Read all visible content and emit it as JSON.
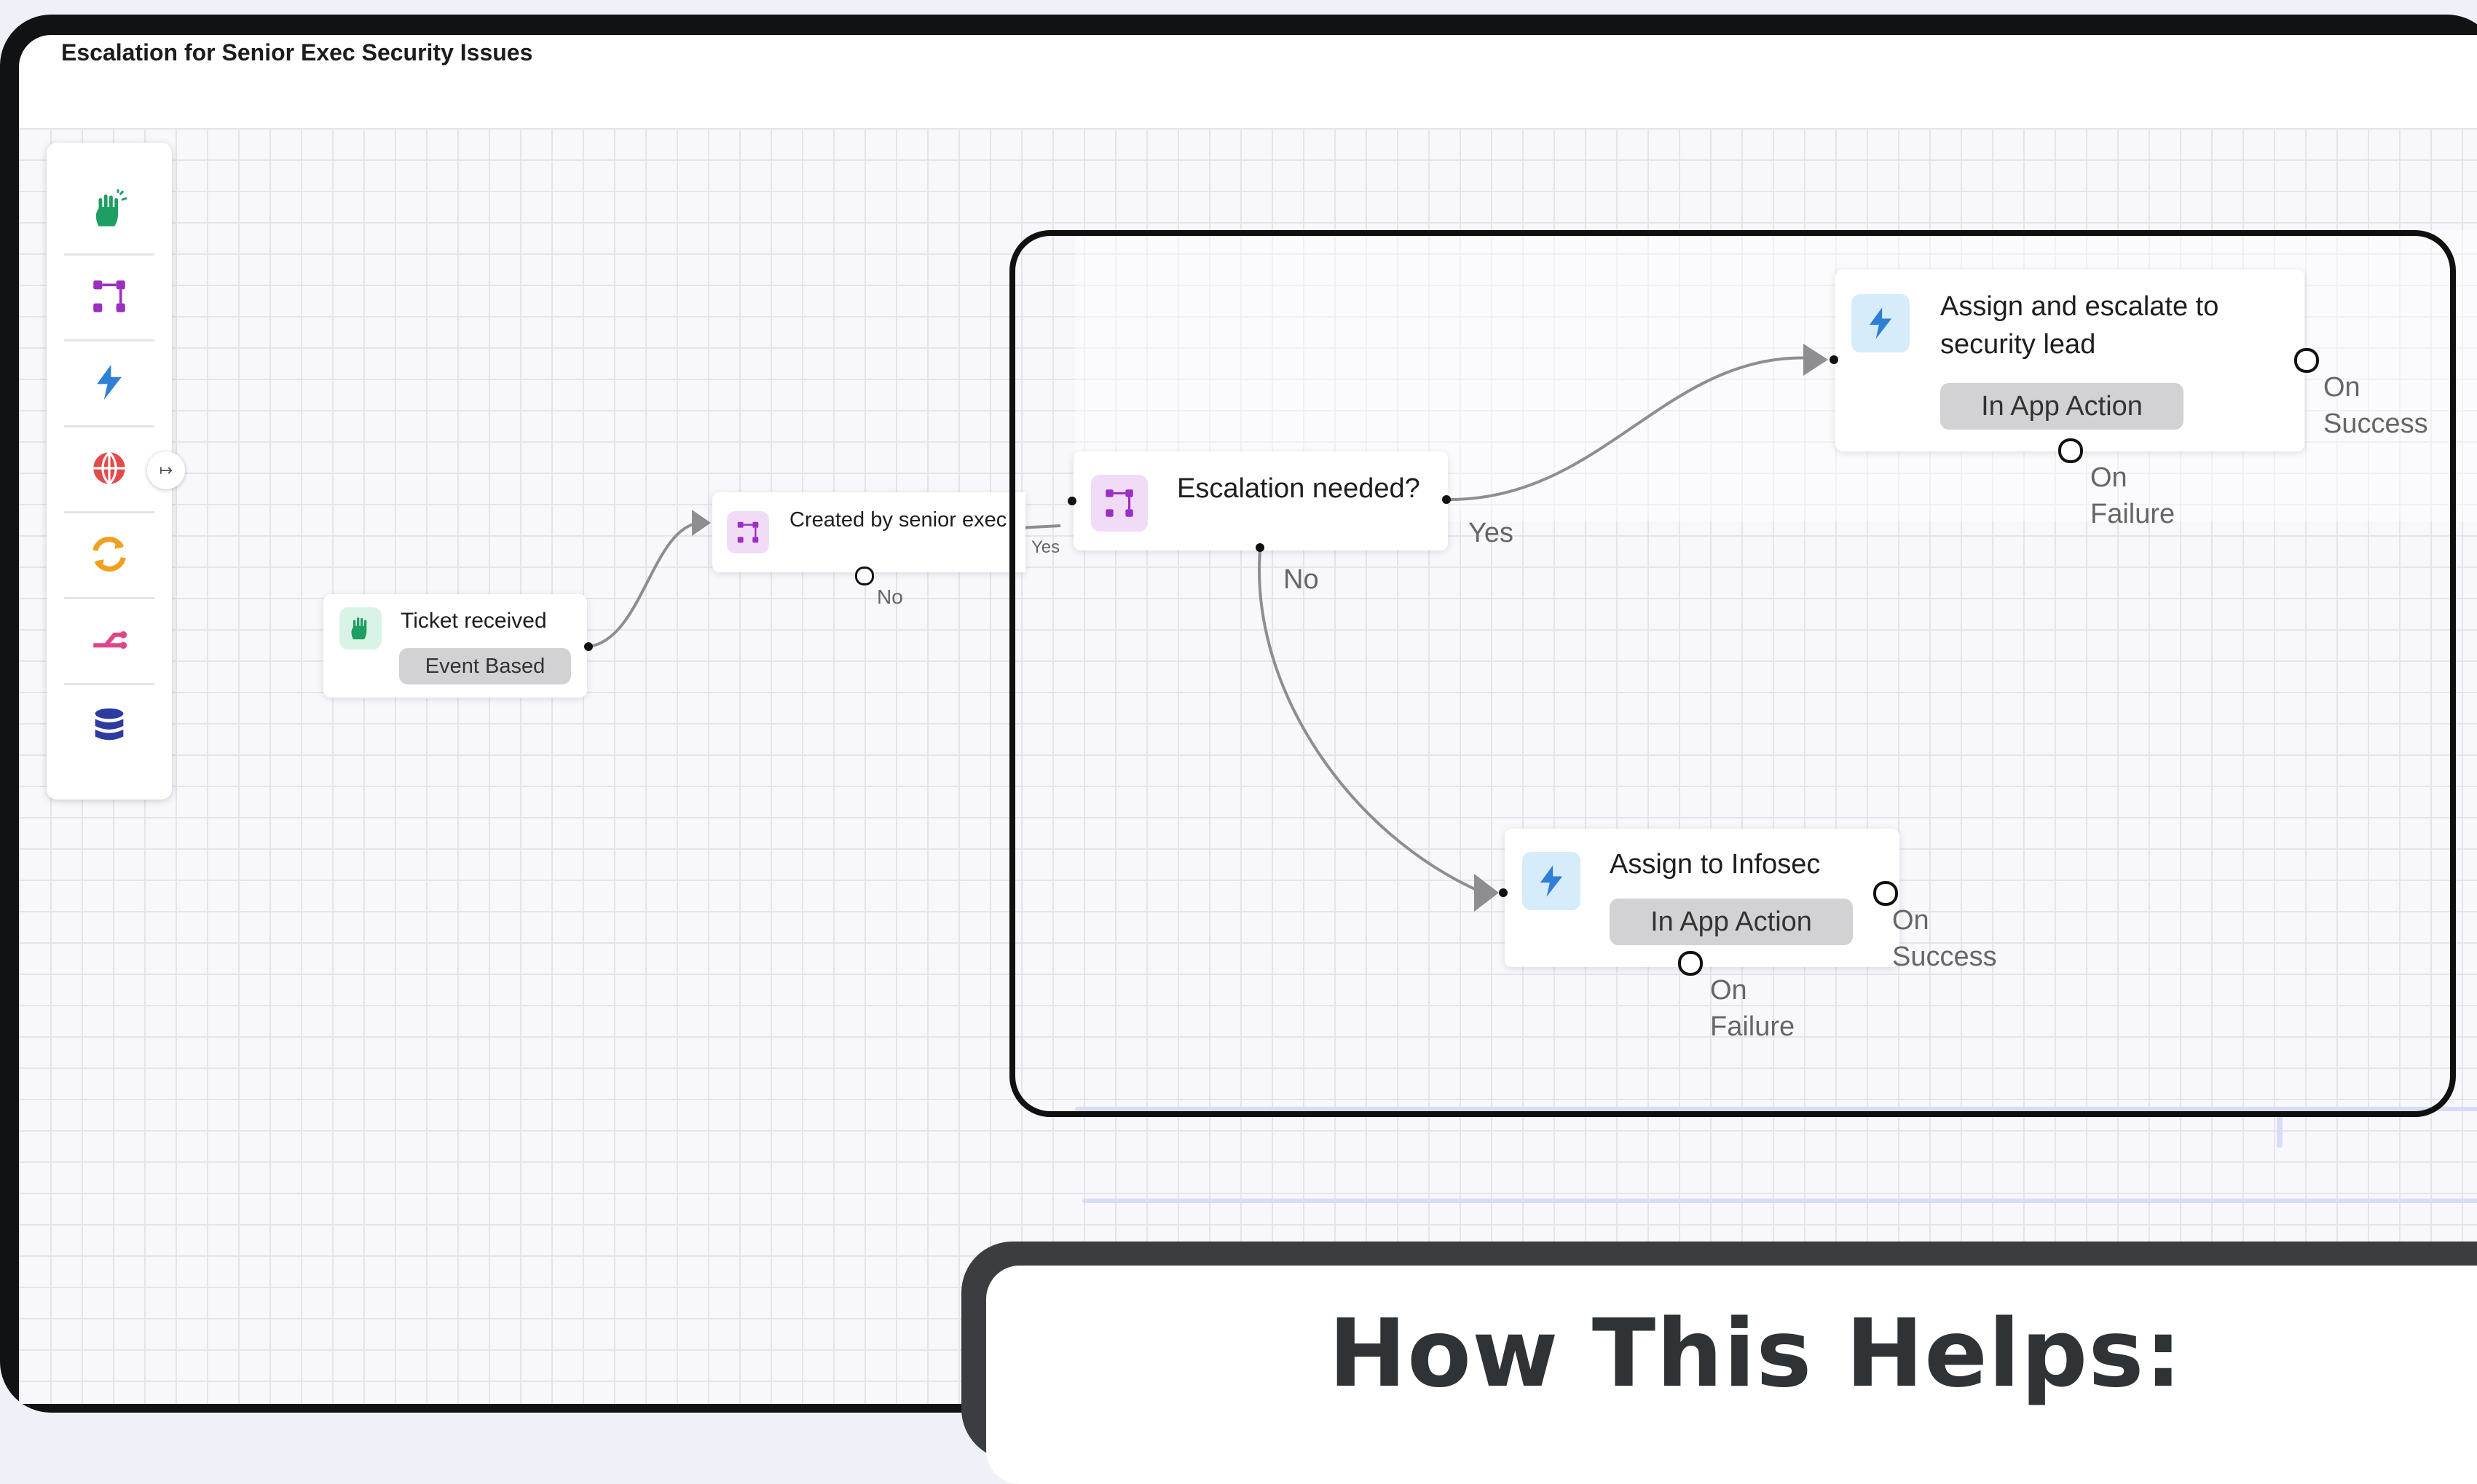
{
  "window": {
    "title": "Escalation for Senior Exec Security Issues"
  },
  "toolbar": {
    "tools": [
      {
        "icon": "hand-trigger-icon",
        "color": "#1e9e63"
      },
      {
        "icon": "branch-condition-icon",
        "color": "#9b2fc2"
      },
      {
        "icon": "lightning-action-icon",
        "color": "#2f7fd6"
      },
      {
        "icon": "globe-icon",
        "color": "#e14b4b"
      },
      {
        "icon": "sync-icon",
        "color": "#f0a020"
      },
      {
        "icon": "split-route-icon",
        "color": "#e0458a"
      },
      {
        "icon": "database-icon",
        "color": "#2d3a9e"
      }
    ],
    "collapse_glyph": "↦"
  },
  "nodes": {
    "ticket": {
      "title": "Ticket received",
      "tag": "Event Based",
      "icon": "hand-trigger-icon"
    },
    "created": {
      "title": "Created by senior exec",
      "yes_label": "Yes",
      "no_label": "No",
      "icon": "branch-condition-icon"
    },
    "escalation": {
      "title": "Escalation needed?",
      "yes_label": "Yes",
      "no_label": "No",
      "icon": "branch-condition-icon"
    },
    "assign_lead": {
      "title_line1": "Assign and escalate to",
      "title_line2": "security lead",
      "tag": "In App Action",
      "success_label_1": "On",
      "success_label_2": "Success",
      "failure_label_1": "On",
      "failure_label_2": "Failure",
      "icon": "lightning-action-icon"
    },
    "assign_infosec": {
      "title": "Assign to Infosec",
      "tag": "In App Action",
      "success_label_1": "On",
      "success_label_2": "Success",
      "failure_label_1": "On",
      "failure_label_2": "Failure",
      "icon": "lightning-action-icon"
    }
  },
  "overlay": {
    "headline": "How This Helps:"
  },
  "colors": {
    "frame": "#111214",
    "grid": "#e5e4ea",
    "connector": "#8d8d92",
    "pill": "#d2d2d4"
  }
}
